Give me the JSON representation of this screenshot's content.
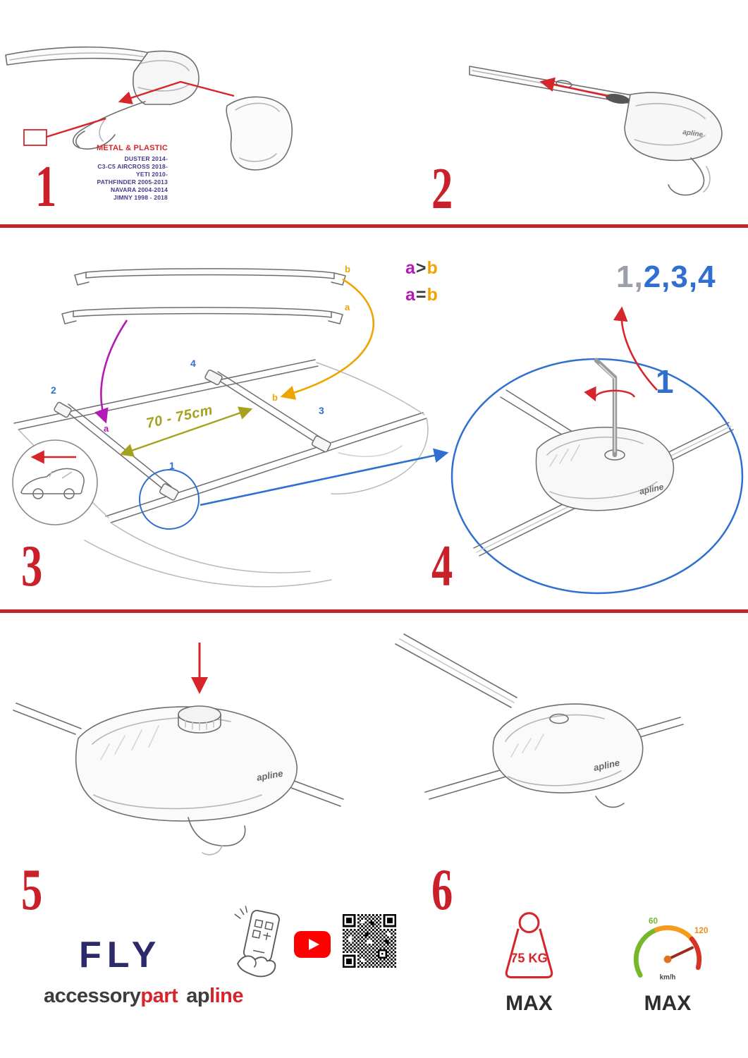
{
  "colors": {
    "accent_red": "#c9202a",
    "blue": "#2e6fd1",
    "purple": "#b31ab3",
    "orange": "#f0a400",
    "olive": "#a6a11e",
    "navy": "#2c2a6b"
  },
  "brand": {
    "foot": "apline"
  },
  "icons": {
    "phone": "scan-qr-with-phone",
    "youtube": "youtube-play-button",
    "qr": "qr-code",
    "weight": "max-load-weight",
    "speed": "max-speed-gauge"
  },
  "step1": {
    "number": "1",
    "material": "METAL & PLASTIC",
    "models": [
      "DUSTER 2014-",
      "C3-C5 AIRCROSS 2018-",
      "YETI 2010-",
      "PATHFINDER 2005-2013",
      "NAVARA 2004-2014",
      "JIMNY 1998 - 2018"
    ]
  },
  "step2": {
    "number": "2"
  },
  "step3": {
    "number": "3",
    "rule_gt": {
      "a": "a",
      "op": ">",
      "b": "b"
    },
    "rule_eq": {
      "a": "a",
      "op": "=",
      "b": "b"
    },
    "distance": "70 - 75cm",
    "bar_label_top": "b",
    "bar_label_bottom": "a",
    "roof": {
      "pos1": "1",
      "pos2": "2",
      "pos3": "3",
      "pos4": "4",
      "a": "a",
      "b": "b"
    }
  },
  "step4": {
    "number": "4",
    "sequence_start": "1,",
    "sequence_rest": "2,3,4",
    "first_foot": "1"
  },
  "step5": {
    "number": "5"
  },
  "step6": {
    "number": "6"
  },
  "footer": {
    "product": "FLY",
    "wordmark_dark": "accessory",
    "wordmark_red": "part",
    "brand_dark": "ap",
    "brand_red": "line",
    "weight": {
      "value": "75 KG",
      "max": "MAX"
    },
    "speed": {
      "low": "60",
      "high": "120",
      "unit": "km/h",
      "max": "MAX"
    }
  }
}
